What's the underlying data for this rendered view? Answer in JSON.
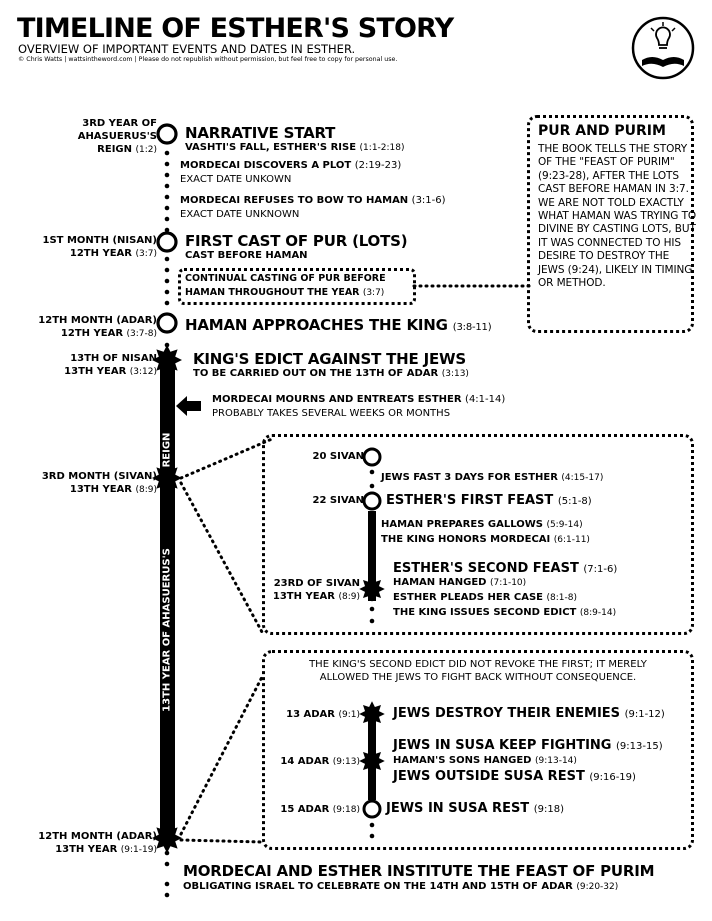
{
  "header": {
    "title": "TIMELINE OF ESTHER'S STORY",
    "subtitle": "OVERVIEW OF IMPORTANT EVENTS AND DATES IN ESTHER.",
    "copyright": "© Chris Watts | wattsintheword.com | Please do not republish without permission, but feel free to copy for personal use."
  },
  "spine_label": "13TH YEAR OF AHASUERUS'S",
  "reign_label": "REIGN",
  "entries": {
    "narrative": {
      "date_line1": "3RD YEAR OF",
      "date_line2": "AHASUERUS'S",
      "date_line3": "REIGN",
      "date_ref": "(1:2)",
      "title": "NARRATIVE START",
      "sub": "VASHTI'S FALL, ESTHER'S RISE",
      "sub_ref": "(1:1-2:18)"
    },
    "plot": {
      "title": "MORDECAI DISCOVERS A PLOT",
      "ref": "(2:19-23)",
      "note": "EXACT DATE UNKOWN"
    },
    "refuses": {
      "title": "MORDECAI REFUSES TO BOW TO HAMAN",
      "ref": "(3:1-6)",
      "note": "EXACT DATE UNKNOWN"
    },
    "pur": {
      "date_line1": "1ST MONTH (NISAN)",
      "date_line2": "12TH YEAR",
      "date_ref": "(3:7)",
      "title": "FIRST CAST OF PUR (LOTS)",
      "sub": "CAST BEFORE HAMAN"
    },
    "continual": {
      "line1": "CONTINUAL CASTING OF PUR BEFORE",
      "line2": "HAMAN THROUGHOUT THE YEAR",
      "ref": "(3:7)"
    },
    "approach": {
      "date_line1": "12TH MONTH (ADAR)",
      "date_line2": "12TH YEAR",
      "date_ref": "(3:7-8)",
      "title": "HAMAN APPROACHES THE KING",
      "ref": "(3:8-11)"
    },
    "edict": {
      "date_line1": "13TH OF NISAN",
      "date_line2": "13TH YEAR",
      "date_ref": "(3:12)",
      "title": "KING'S EDICT AGAINST THE JEWS",
      "sub": "TO BE CARRIED OUT ON THE 13TH OF ADAR",
      "sub_ref": "(3:13)"
    },
    "mourns": {
      "title": "MORDECAI MOURNS AND ENTREATS ESTHER",
      "ref": "(4:1-14)",
      "note": "PROBABLY TAKES SEVERAL WEEKS OR MONTHS"
    },
    "sivan": {
      "date_line1": "3RD MONTH (SIVAN)",
      "date_line2": "13TH YEAR",
      "date_ref": "(8:9)"
    },
    "final": {
      "date_line1": "12TH MONTH (ADAR)",
      "date_line2": "13TH YEAR",
      "date_ref": "(9:1-19)",
      "title": "MORDECAI AND ESTHER INSTITUTE THE FEAST OF PURIM",
      "sub": "OBLIGATING ISRAEL TO CELEBRATE ON THE 14TH AND 15TH OF ADAR",
      "sub_ref": "(9:20-32)"
    }
  },
  "sidebar": {
    "title": "PUR AND PURIM",
    "body": "THE BOOK TELLS THE STORY OF THE \"FEAST OF PURIM\" (9:23-28), AFTER THE LOTS CAST BEFORE HAMAN IN 3:7. WE ARE NOT TOLD EXACTLY WHAT HAMAN WAS TRYING TO DIVINE BY CASTING LOTS, BUT IT WAS CONNECTED TO HIS DESIRE TO DESTROY THE JEWS (9:24), LIKELY IN TIMING OR METHOD."
  },
  "sivan_detail": {
    "d20": "20 SIVAN",
    "fast": "JEWS FAST 3 DAYS FOR ESTHER",
    "fast_ref": "(4:15-17)",
    "d22": "22 SIVAN",
    "feast1": "ESTHER'S FIRST FEAST",
    "feast1_ref": "(5:1-8)",
    "gallows": "HAMAN PREPARES GALLOWS",
    "gallows_ref": "(5:9-14)",
    "honors": "THE KING HONORS MORDECAI",
    "honors_ref": "(6:1-11)",
    "d23_line1": "23RD OF SIVAN",
    "d23_line2": "13TH YEAR",
    "d23_ref": "(8:9)",
    "feast2": "ESTHER'S SECOND FEAST",
    "feast2_ref": "(7:1-6)",
    "hanged": "HAMAN HANGED",
    "hanged_ref": "(7:1-10)",
    "pleads": "ESTHER PLEADS HER CASE",
    "pleads_ref": "(8:1-8)",
    "second": "THE KING ISSUES SECOND EDICT",
    "second_ref": "(8:9-14)"
  },
  "adar_detail": {
    "note_line1": "THE KING'S SECOND EDICT DID NOT REVOKE THE FIRST; IT MERELY",
    "note_line2": "ALLOWED THE JEWS TO FIGHT BACK WITHOUT CONSEQUENCE.",
    "d13": "13 ADAR",
    "d13_ref": "(9:1)",
    "destroy": "JEWS DESTROY THEIR ENEMIES",
    "destroy_ref": "(9:1-12)",
    "d14": "14 ADAR",
    "d14_ref": "(9:13)",
    "susa_fight": "JEWS IN SUSA KEEP FIGHTING",
    "susa_fight_ref": "(9:13-15)",
    "sons": "HAMAN'S SONS HANGED",
    "sons_ref": "(9:13-14)",
    "outside": "JEWS OUTSIDE SUSA REST",
    "outside_ref": "(9:16-19)",
    "d15": "15 ADAR",
    "d15_ref": "(9:18)",
    "susa_rest": "JEWS IN SUSA REST",
    "susa_rest_ref": "(9:18)"
  },
  "icons": [
    "lightbulb-book-logo-icon",
    "circle-node-icon",
    "starburst-node-icon",
    "arrow-left-icon"
  ]
}
